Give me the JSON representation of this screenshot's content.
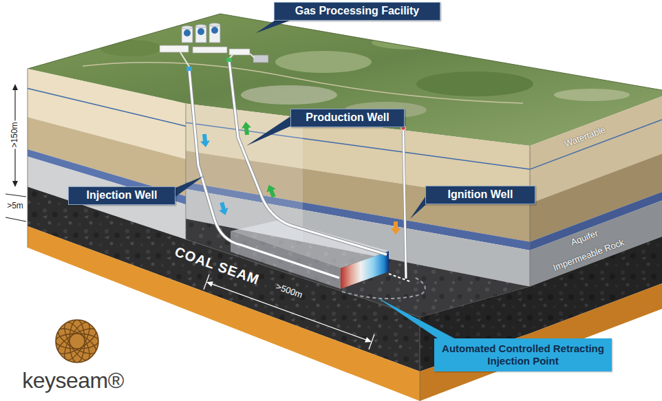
{
  "diagram": {
    "nodes": [
      {
        "text": [
          "Gas Processing Facility"
        ]
      },
      {
        "text": [
          "Production Well"
        ]
      },
      {
        "text": [
          "Injection Well"
        ]
      },
      {
        "text": [
          "Ignition Well"
        ]
      },
      {
        "text": [
          "Automated Controlled Retracting Injection Point"
        ]
      }
    ],
    "labels": [
      ">150m",
      ">5m",
      "Watertable",
      "Aquifer",
      "Impermeable Rock",
      "COAL SEAM",
      ">500m",
      "keyseam®"
    ]
  }
}
